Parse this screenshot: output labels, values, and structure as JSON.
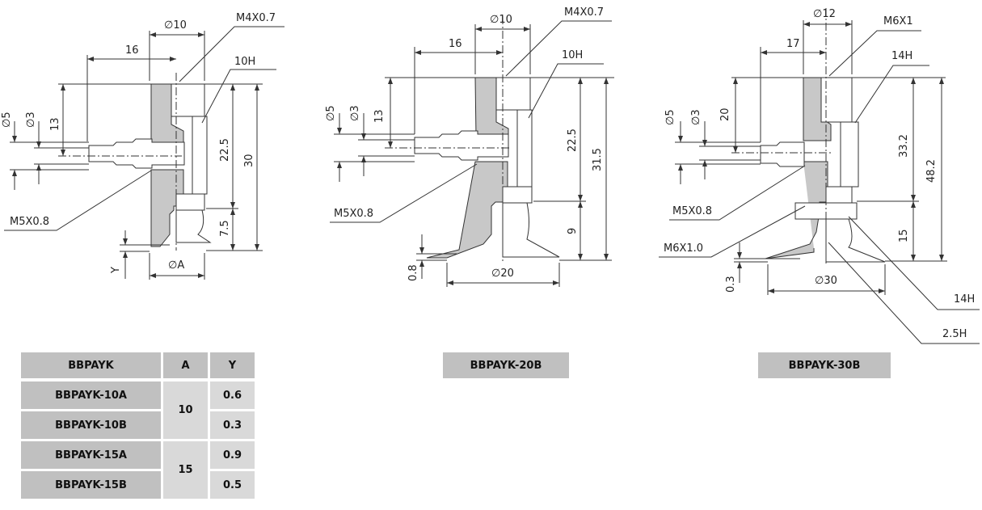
{
  "drawing_10_15": {
    "labels": {
      "dia_top": "∅10",
      "len": "16",
      "thread_top": "M4X0.7",
      "hex": "10H",
      "dia_out": "∅5",
      "dia_in": "∅3",
      "height_port": "13",
      "h1": "22.5",
      "h_total": "30",
      "h_cup": "7.5",
      "thread_port": "M5X0.8",
      "y": "Y",
      "dia_cup": "∅A"
    }
  },
  "drawing_20": {
    "caption": "BBPAYK-20B",
    "labels": {
      "dia_top": "∅10",
      "len": "16",
      "thread_top": "M4X0.7",
      "hex": "10H",
      "dia_out": "∅5",
      "dia_in": "∅3",
      "height_port": "13",
      "h1": "22.5",
      "h_total": "31.5",
      "h_cup": "9",
      "thread_port": "M5X0.8",
      "y": "0.8",
      "dia_cup": "∅20"
    }
  },
  "drawing_30": {
    "caption": "BBPAYK-30B",
    "labels": {
      "dia_top": "∅12",
      "len": "17",
      "thread_top": "M6X1",
      "hex": "14H",
      "dia_out": "∅5",
      "dia_in": "∅3",
      "height_port": "20",
      "h1": "33.2",
      "h_total": "48.2",
      "h_cup": "15",
      "thread_port": "M5X0.8",
      "thread_cup": "M6X1.0",
      "y": "0.3",
      "dia_cup": "∅30",
      "hex2": "14H",
      "hex3": "2.5H"
    }
  },
  "table": {
    "headers": [
      "BBPAYK",
      "A",
      "Y"
    ],
    "rows": [
      {
        "model": "BBPAYK-10A",
        "a": "10",
        "y": "0.6"
      },
      {
        "model": "BBPAYK-10B",
        "a": "10",
        "y": "0.3"
      },
      {
        "model": "BBPAYK-15A",
        "a": "15",
        "y": "0.9"
      },
      {
        "model": "BBPAYK-15B",
        "a": "15",
        "y": "0.5"
      }
    ]
  }
}
